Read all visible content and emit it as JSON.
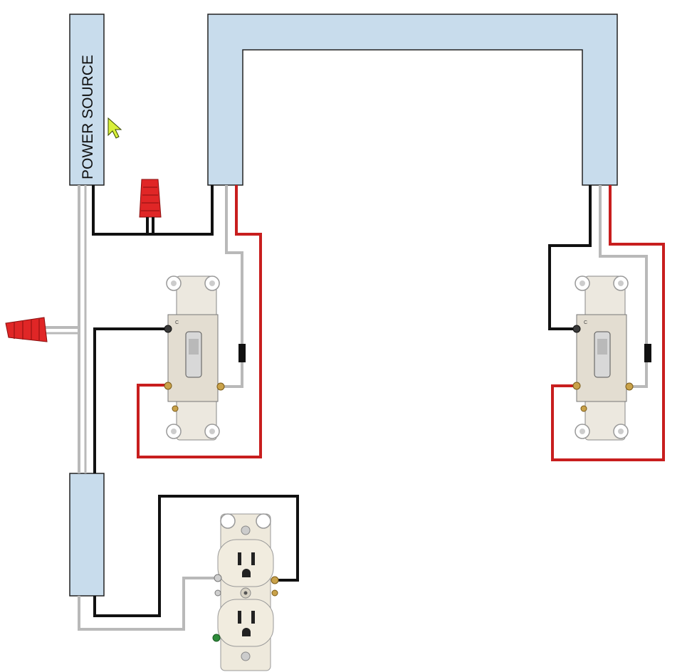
{
  "diagram": {
    "power_source_label": "POWER SOURCE",
    "switch_left_common_label": "C",
    "switch_right_common_label": "C",
    "colors": {
      "conduit": "#c8dcec",
      "hot_wire": "#111111",
      "neutral_wire": "#b9b9b9",
      "traveler_wire": "#c81e1e",
      "wire_nut": "#e02626",
      "switch_body": "#e9e4da",
      "terminal_brass": "#c9a24a"
    },
    "components": [
      {
        "name": "power-source-box",
        "type": "junction-box"
      },
      {
        "name": "three-way-switch-left",
        "type": "3-way-switch"
      },
      {
        "name": "three-way-switch-right",
        "type": "3-way-switch"
      },
      {
        "name": "duplex-receptacle",
        "type": "outlet"
      },
      {
        "name": "cursor",
        "type": "pointer-icon"
      }
    ]
  }
}
